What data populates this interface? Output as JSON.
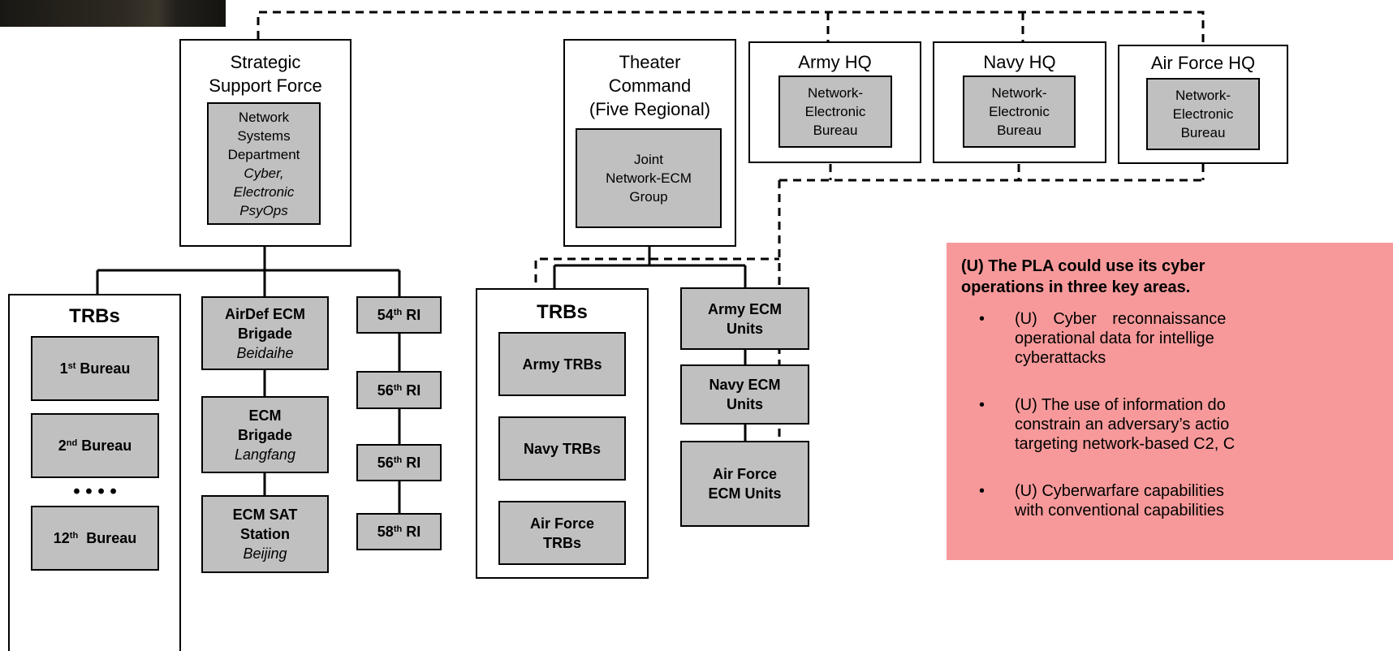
{
  "photo_strip": {
    "description_icon": "photo-fragment"
  },
  "ssf": {
    "title_lines": [
      "Strategic",
      "Support Force"
    ],
    "nsd_lines": [
      "Network",
      "Systems",
      "Department"
    ],
    "nsd_italic_lines": [
      "Cyber,",
      "Electronic",
      "PsyOps"
    ]
  },
  "ssf_subordinates": {
    "trbs": {
      "title": "TRBs",
      "bureaus": [
        {
          "num": "1",
          "sup": "st",
          "rest": " Bureau"
        },
        {
          "num": "2",
          "sup": "nd",
          "rest": " Bureau"
        },
        {
          "num": "12",
          "sup": "th",
          "rest": "  Bureau"
        }
      ],
      "ellipsis": "• • • •"
    },
    "ecm_units": [
      {
        "lines": [
          "AirDef ECM",
          "Brigade"
        ],
        "italic": "Beidaihe"
      },
      {
        "lines": [
          "ECM",
          "Brigade"
        ],
        "italic": "Langfang"
      },
      {
        "lines": [
          "ECM SAT",
          "Station"
        ],
        "italic": "Beijing"
      }
    ],
    "ri_units": [
      {
        "num": "54",
        "sup": "th",
        "rest": " RI"
      },
      {
        "num": "56",
        "sup": "th",
        "rest": " RI"
      },
      {
        "num": "56",
        "sup": "th",
        "rest": " RI"
      },
      {
        "num": "58",
        "sup": "th",
        "rest": " RI"
      }
    ]
  },
  "theater": {
    "title_lines": [
      "Theater",
      "Command",
      "(Five Regional)"
    ],
    "joint_lines": [
      "Joint",
      "Network-ECM",
      "Group"
    ],
    "trbs_title": "TRBs",
    "trbs": [
      {
        "lines": [
          "Army TRBs"
        ]
      },
      {
        "lines": [
          "Navy TRBs"
        ]
      },
      {
        "lines": [
          "Air Force",
          "TRBs"
        ]
      }
    ],
    "ecm_units": [
      {
        "lines": [
          "Army ECM",
          "Units"
        ]
      },
      {
        "lines": [
          "Navy ECM",
          "Units"
        ]
      },
      {
        "lines": [
          "Air Force",
          "ECM Units"
        ]
      }
    ]
  },
  "service_hqs": [
    {
      "title": "Army HQ",
      "bureau_lines": [
        "Network-",
        "Electronic",
        "Bureau"
      ]
    },
    {
      "title": "Navy HQ",
      "bureau_lines": [
        "Network-",
        "Electronic",
        "Bureau"
      ]
    },
    {
      "title": "Air Force HQ",
      "bureau_lines": [
        "Network-",
        "Electronic",
        "Bureau"
      ]
    }
  ],
  "callout": {
    "heading_lines": [
      "(U) The PLA could use its cyber",
      "operations in three key areas."
    ],
    "bullet": "•",
    "bullets": [
      {
        "lines": [
          "(U)  Cyber  reconnaissance",
          "operational data for intellige",
          "cyberattacks"
        ]
      },
      {
        "lines": [
          "(U) The use of information do",
          "constrain an adversary’s actio",
          "targeting network-based C2, C"
        ]
      },
      {
        "lines": [
          "(U) Cyberwarfare capabilities",
          "with conventional capabilities"
        ]
      }
    ]
  },
  "colors": {
    "unit_fill": "#c0c0c0",
    "callout_fill": "#f7999a",
    "line": "#000000"
  }
}
